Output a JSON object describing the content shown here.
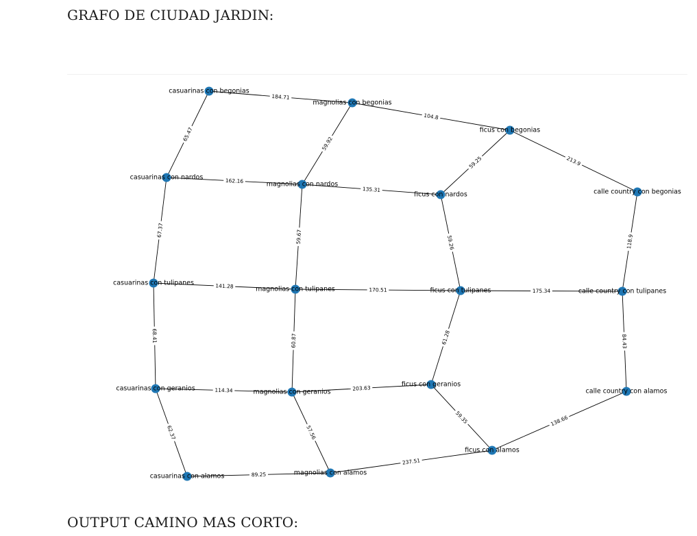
{
  "document": {
    "title": "GRAFO DE CIUDAD JARDIN:",
    "footer": "OUTPUT CAMINO MAS CORTO:"
  },
  "graph": {
    "nodes": [
      {
        "id": "cb",
        "label": "casuarinas con begonias"
      },
      {
        "id": "mb",
        "label": "magnolias con begonias"
      },
      {
        "id": "fb",
        "label": "ficus con begonias"
      },
      {
        "id": "ccb",
        "label": "calle country con begonias"
      },
      {
        "id": "cn",
        "label": "casuarinas con nardos"
      },
      {
        "id": "mn",
        "label": "magnolias con nardos"
      },
      {
        "id": "fn",
        "label": "ficus con nardos"
      },
      {
        "id": "ct",
        "label": "casuarinas con tulipanes"
      },
      {
        "id": "mt",
        "label": "magnolias con tulipanes"
      },
      {
        "id": "ft",
        "label": "ficus con tulipanes"
      },
      {
        "id": "cct",
        "label": "calle country con tulipanes"
      },
      {
        "id": "cg",
        "label": "casuarinas con geranios"
      },
      {
        "id": "mg",
        "label": "magnolias con geranios"
      },
      {
        "id": "fg",
        "label": "ficus con geranios"
      },
      {
        "id": "cca",
        "label": "calle country con alamos"
      },
      {
        "id": "fa",
        "label": "ficus con alamos"
      },
      {
        "id": "ca",
        "label": "casuarinas con alamos"
      },
      {
        "id": "ma",
        "label": "magnolias con alamos"
      }
    ],
    "edges": [
      {
        "from": "cb",
        "to": "mb",
        "weight": "184.71"
      },
      {
        "from": "mb",
        "to": "fb",
        "weight": "104.8"
      },
      {
        "from": "fb",
        "to": "ccb",
        "weight": "213.9"
      },
      {
        "from": "cb",
        "to": "cn",
        "weight": "65.47"
      },
      {
        "from": "mb",
        "to": "mn",
        "weight": "59.92"
      },
      {
        "from": "fb",
        "to": "fn",
        "weight": "59.25"
      },
      {
        "from": "cn",
        "to": "mn",
        "weight": "162.16"
      },
      {
        "from": "mn",
        "to": "fn",
        "weight": "135.31"
      },
      {
        "from": "ccb",
        "to": "cct",
        "weight": "118.9"
      },
      {
        "from": "cn",
        "to": "ct",
        "weight": "67.37"
      },
      {
        "from": "mn",
        "to": "mt",
        "weight": "59.67"
      },
      {
        "from": "fn",
        "to": "ft",
        "weight": "59.26"
      },
      {
        "from": "ct",
        "to": "mt",
        "weight": "141.28"
      },
      {
        "from": "mt",
        "to": "ft",
        "weight": "170.51"
      },
      {
        "from": "ft",
        "to": "cct",
        "weight": "175.34"
      },
      {
        "from": "ct",
        "to": "cg",
        "weight": "68.41"
      },
      {
        "from": "mt",
        "to": "mg",
        "weight": "60.87"
      },
      {
        "from": "ft",
        "to": "fg",
        "weight": "61.28"
      },
      {
        "from": "cct",
        "to": "cca",
        "weight": "84.43"
      },
      {
        "from": "cg",
        "to": "mg",
        "weight": "114.34"
      },
      {
        "from": "mg",
        "to": "fg",
        "weight": "203.63"
      },
      {
        "from": "cg",
        "to": "ca",
        "weight": "62.37"
      },
      {
        "from": "mg",
        "to": "ma",
        "weight": "57.56"
      },
      {
        "from": "fg",
        "to": "fa",
        "weight": "59.35"
      },
      {
        "from": "cca",
        "to": "fa",
        "weight": "138.66"
      },
      {
        "from": "ca",
        "to": "ma",
        "weight": "89.25"
      },
      {
        "from": "ma",
        "to": "fa",
        "weight": "237.51"
      }
    ]
  }
}
